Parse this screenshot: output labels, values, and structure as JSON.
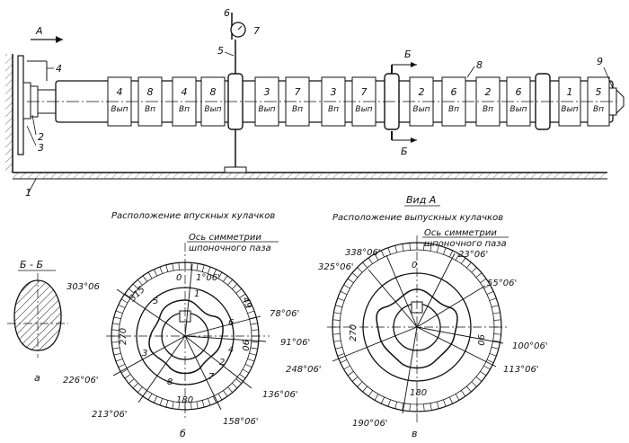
{
  "camshaft": {
    "view_arrow": "А",
    "section_label": "Б",
    "ref_numbers": [
      "1",
      "2",
      "3",
      "4",
      "5",
      "6",
      "7",
      "8",
      "9"
    ],
    "cam_pairs": [
      {
        "cyl": "4",
        "type": "Вып"
      },
      {
        "cyl": "8",
        "type": "Вп"
      },
      {
        "cyl": "4",
        "type": "Вп"
      },
      {
        "cyl": "8",
        "type": "Вып"
      },
      {
        "cyl": "3",
        "type": "Вып"
      },
      {
        "cyl": "7",
        "type": "Вп"
      },
      {
        "cyl": "3",
        "type": "Вп"
      },
      {
        "cyl": "7",
        "type": "Вып"
      },
      {
        "cyl": "2",
        "type": "Вып"
      },
      {
        "cyl": "6",
        "type": "Вп"
      },
      {
        "cyl": "2",
        "type": "Вп"
      },
      {
        "cyl": "6",
        "type": "Вып"
      },
      {
        "cyl": "1",
        "type": "Вып"
      },
      {
        "cyl": "5",
        "type": "Вп"
      }
    ]
  },
  "view_title": "Вид А",
  "section": {
    "title": "Б - Б",
    "letter": "а"
  },
  "intake": {
    "title": "Расположение впускных кулачков",
    "letter": "б",
    "axis_label_1": "Ось симметрии",
    "axis_label_2": "шпоночного паза",
    "scale_labels": [
      "0",
      "49",
      "90",
      "180",
      "270",
      "315"
    ],
    "cam_numbers": [
      "1",
      "2",
      "3",
      "4",
      "5",
      "6",
      "7",
      "8"
    ],
    "angles": [
      "303°06",
      "1°06'",
      "78°06'",
      "91°06'",
      "136°06'",
      "158°06'",
      "213°06'",
      "226°06'"
    ]
  },
  "exhaust": {
    "title": "Расположение выпускных кулачков",
    "letter": "в",
    "axis_label_1": "Ось симметрии",
    "axis_label_2": "шпоночного паза",
    "scale_labels": [
      "0",
      "90",
      "180",
      "270"
    ],
    "angles": [
      "338°06'",
      "325°06'",
      "23°06'",
      "55°06'",
      "100°06'",
      "113°06'",
      "248°06'",
      "190°06'"
    ]
  }
}
